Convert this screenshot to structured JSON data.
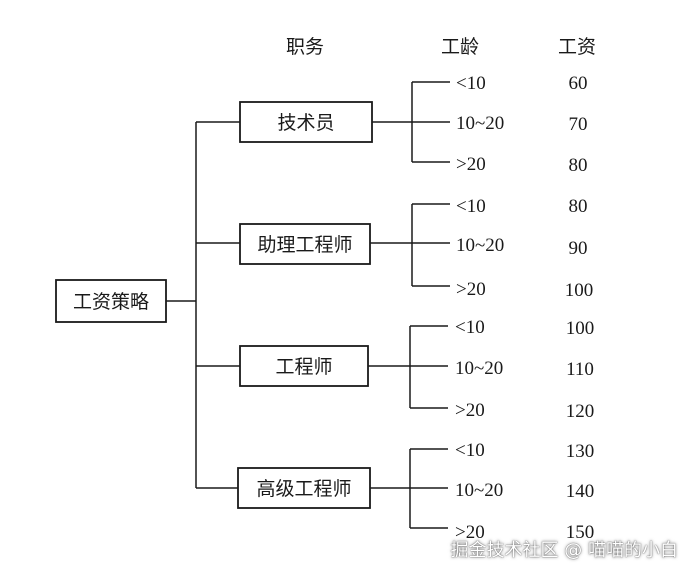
{
  "headers": {
    "position": "职务",
    "seniority": "工龄",
    "salary": "工资"
  },
  "root": {
    "label": "工资策略"
  },
  "positions": [
    {
      "label": "技术员",
      "tiers": [
        {
          "seniority": "<10",
          "salary": "60"
        },
        {
          "seniority": "10~20",
          "salary": "70"
        },
        {
          "seniority": ">20",
          "salary": "80"
        }
      ]
    },
    {
      "label": "助理工程师",
      "tiers": [
        {
          "seniority": "<10",
          "salary": "80"
        },
        {
          "seniority": "10~20",
          "salary": "90"
        },
        {
          "seniority": ">20",
          "salary": "100"
        }
      ]
    },
    {
      "label": "工程师",
      "tiers": [
        {
          "seniority": "<10",
          "salary": "100"
        },
        {
          "seniority": "10~20",
          "salary": "110"
        },
        {
          "seniority": ">20",
          "salary": "120"
        }
      ]
    },
    {
      "label": "高级工程师",
      "tiers": [
        {
          "seniority": "<10",
          "salary": "130"
        },
        {
          "seniority": "10~20",
          "salary": "140"
        },
        {
          "seniority": ">20",
          "salary": "150"
        }
      ]
    }
  ],
  "watermark": "掘金技术社区 @ 喵喵的小白"
}
